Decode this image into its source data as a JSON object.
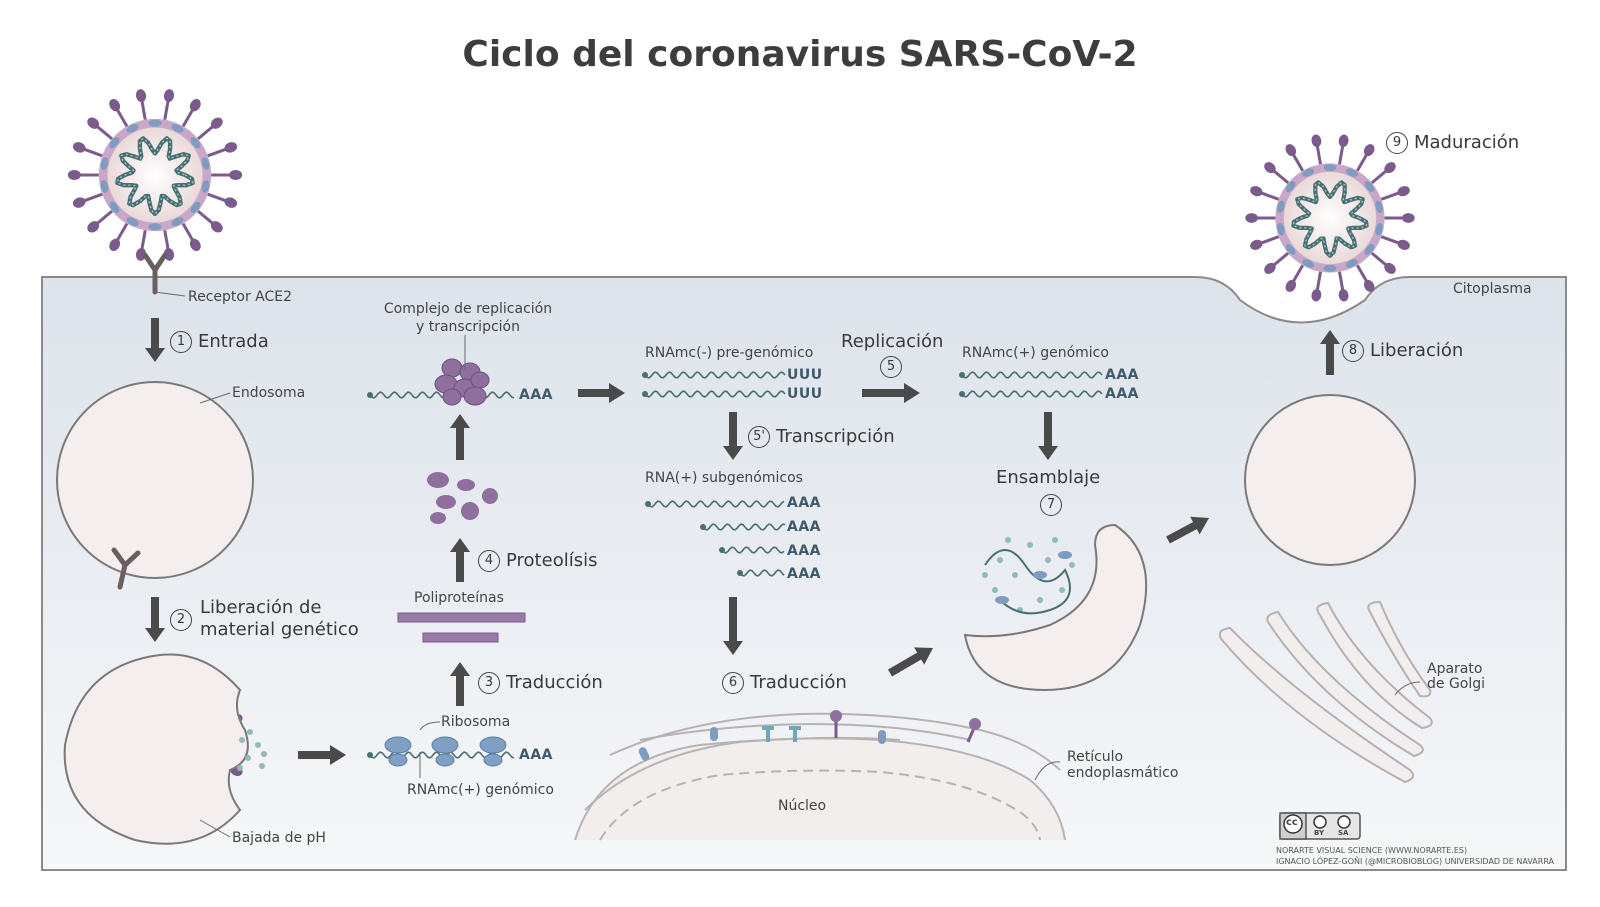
{
  "title": "Ciclo del coronavirus SARS-CoV-2",
  "steps": {
    "s1": {
      "num": "1",
      "label": "Entrada"
    },
    "s2": {
      "num": "2",
      "label_line1": "Liberación de",
      "label_line2": "material genético"
    },
    "s3": {
      "num": "3",
      "label": "Traducción"
    },
    "s4": {
      "num": "4",
      "label": "Proteolísis"
    },
    "s5": {
      "num": "5",
      "label": "Replicación"
    },
    "s5b": {
      "num": "5'",
      "label": "Transcripción"
    },
    "s6": {
      "num": "6",
      "label": "Traducción"
    },
    "s7": {
      "num": "7",
      "label": "Ensamblaje"
    },
    "s8": {
      "num": "8",
      "label": "Liberación"
    },
    "s9": {
      "num": "9",
      "label": "Maduración"
    }
  },
  "labels": {
    "receptor": "Receptor ACE2",
    "endosoma": "Endosoma",
    "bajada_ph": "Bajada de pH",
    "ribosoma": "Ribosoma",
    "rnamc_plus_genomico": "RNAmc(+) genómico",
    "poliproteinas": "Poliproteínas",
    "complejo_line1": "Complejo de replicación",
    "complejo_line2": "y transcripción",
    "rnamc_minus": "RNAmc(-) pre-genómico",
    "rnamc_plus_genomico_2": "RNAmc(+) genómico",
    "rna_subgenomicos": "RNA(+) subgenómicos",
    "citoplasma": "Citoplasma",
    "nucleo": "Núcleo",
    "reticulo_line1": "Retículo",
    "reticulo_line2": "endoplasmático",
    "golgi_line1": "Aparato",
    "golgi_line2": "de Golgi"
  },
  "tails": {
    "aaa": "AAA",
    "uuu": "UUU"
  },
  "license": {
    "cc": "cc",
    "by": "BY",
    "sa": "SA"
  },
  "credits": {
    "line1": "NORARTE VISUAL SCIENCE (WWW.NORARTE.ES)",
    "line2": "IGNACIO LÓPEZ-GOÑI (@MICROBIOBLOG) UNIVERSIDAD DE NAVARRA"
  },
  "colors": {
    "cytoplasm_top": "#dfe4ec",
    "cytoplasm_bottom": "#f5f6f8",
    "membrane": "#8a8a8a",
    "spike": "#7b5b8c",
    "envelope_protein": "#7d9cc0",
    "envelope": "#c9a7c9",
    "virus_core": "#f3e9e9",
    "rna": "#4a6f73",
    "arrow": "#4a4a4a",
    "ribosome": "#7f9fc5",
    "protein": "#8e6f9d",
    "organelle": "#f0ecec"
  }
}
